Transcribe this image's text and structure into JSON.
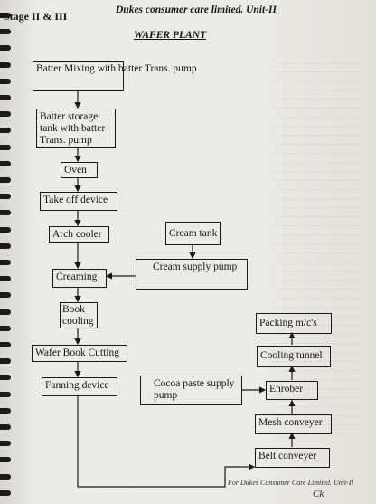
{
  "header": {
    "stage": "Stage II & III",
    "company": "Dukes consumer care limited. Unit-II",
    "plant_title": "WAFER PLANT"
  },
  "flow": {
    "batter_mixing": "Batter Mixing with batter Trans. pump",
    "batter_storage": "Batter storage tank with batter Trans. pump",
    "oven": "Oven",
    "take_off": "Take off device",
    "arch_cooler": "Arch cooler",
    "cream_tank": "Cream tank",
    "creaming": "Creaming",
    "cream_supply": "Cream supply pump",
    "book_cooling": "Book cooling",
    "book_cutting": "Wafer Book Cutting",
    "fanning": "Fanning device",
    "cocoa_supply": "Cocoa paste supply pump",
    "enrober": "Enrober",
    "mesh_conveyer": "Mesh conveyer",
    "belt_conveyer": "Belt conveyer",
    "cooling_tunnel": "Cooling tunnel",
    "packing": "Packing m/c's"
  },
  "footer": {
    "stamp": "For Dukes Consumer Care Limited. Unit-II",
    "signature": "Ck"
  }
}
